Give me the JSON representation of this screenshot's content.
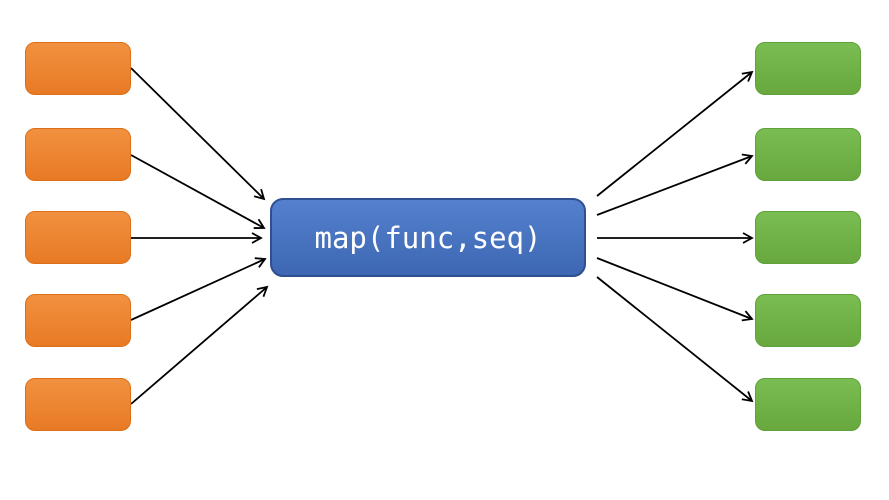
{
  "diagram": {
    "type": "map-function-flow",
    "center_label": "map(func,seq)",
    "input_box_count": 5,
    "output_box_count": 5,
    "arrowhead_style": "open-v",
    "colors": {
      "background": "#FFFFFF",
      "input_fill_top": "#F19140",
      "input_fill_bottom": "#E87A25",
      "input_border": "#DC6F17",
      "center_fill_top": "#5480CE",
      "center_fill_bottom": "#3D67B2",
      "center_border": "#2E4F90",
      "center_text": "#FFFFFF",
      "output_fill_top": "#7ABD52",
      "output_fill_bottom": "#68A83E",
      "output_border": "#5FA13A",
      "arrow": "#000000"
    }
  }
}
